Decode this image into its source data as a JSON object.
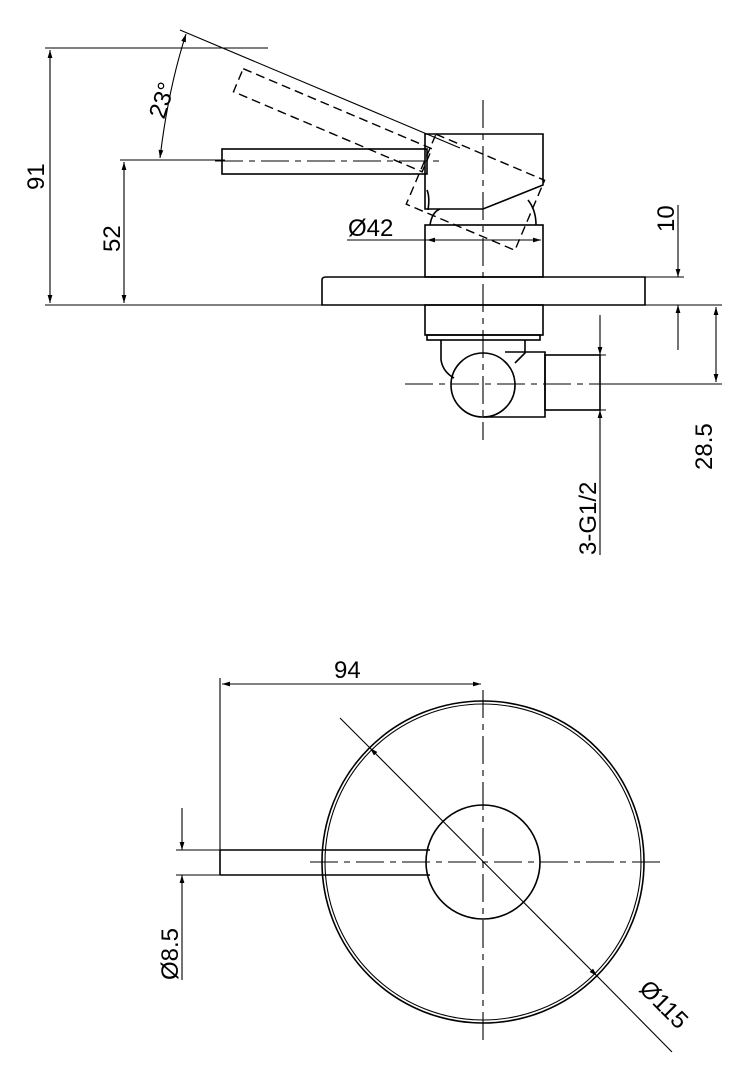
{
  "side_view": {
    "dim_total_height": "91",
    "dim_lever_height": "52",
    "dim_angle": "23°",
    "dim_body_diameter": "Ø42",
    "dim_plate_thickness": "10",
    "dim_outlet_depth": "28.5",
    "dim_thread": "3-G1/2"
  },
  "top_view": {
    "dim_lever_length": "94",
    "dim_lever_diameter": "Ø8.5",
    "dim_plate_diameter": "Ø115"
  }
}
